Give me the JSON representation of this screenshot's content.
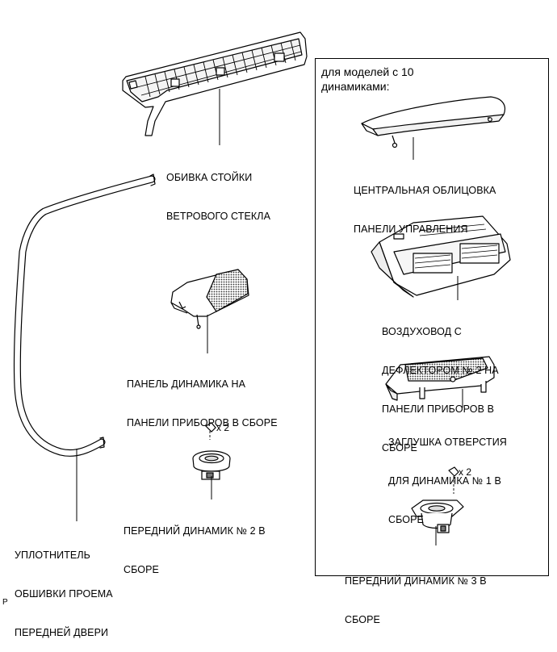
{
  "box_header": {
    "line1": "для моделей с 10",
    "line2": "динамиками:"
  },
  "labels": {
    "windshield_pillar_garnish": [
      "ОБИВКА СТОЙКИ",
      "ВЕТРОВОГО СТЕКЛА"
    ],
    "center_cluster_finish": [
      "ЦЕНТРАЛЬНАЯ ОБЛИЦОВКА",
      "ПАНЕЛИ УПРАВЛЕНИЯ"
    ],
    "air_duct_register": [
      "ВОЗДУХОВОД С",
      "ДЕФЛЕКТОРОМ № 2 НА",
      "ПАНЕЛИ ПРИБОРОВ В",
      "СБОРЕ"
    ],
    "speaker_panel": [
      "ПАНЕЛЬ ДИНАМИКА НА",
      "ПАНЕЛИ ПРИБОРОВ В СБОРЕ"
    ],
    "speaker_hole_cover": [
      "ЗАГЛУШКА ОТВЕРСТИЯ",
      "ДЛЯ ДИНАМИКА № 1 В",
      "СБОРЕ"
    ],
    "front_speaker_2": [
      "ПЕРЕДНИЙ ДИНАМИК № 2 В",
      "СБОРЕ"
    ],
    "front_speaker_3": [
      "ПЕРЕДНИЙ ДИНАМИК № 3 В",
      "СБОРЕ"
    ],
    "door_weatherstrip": [
      "УПЛОТНИТЕЛЬ",
      "ОБШИВКИ ПРОЕМА",
      "ПЕРЕДНЕЙ ДВЕРИ"
    ]
  },
  "quantities": {
    "screw_left": "x 2",
    "screw_right": "x 2"
  },
  "figure_code": "P"
}
